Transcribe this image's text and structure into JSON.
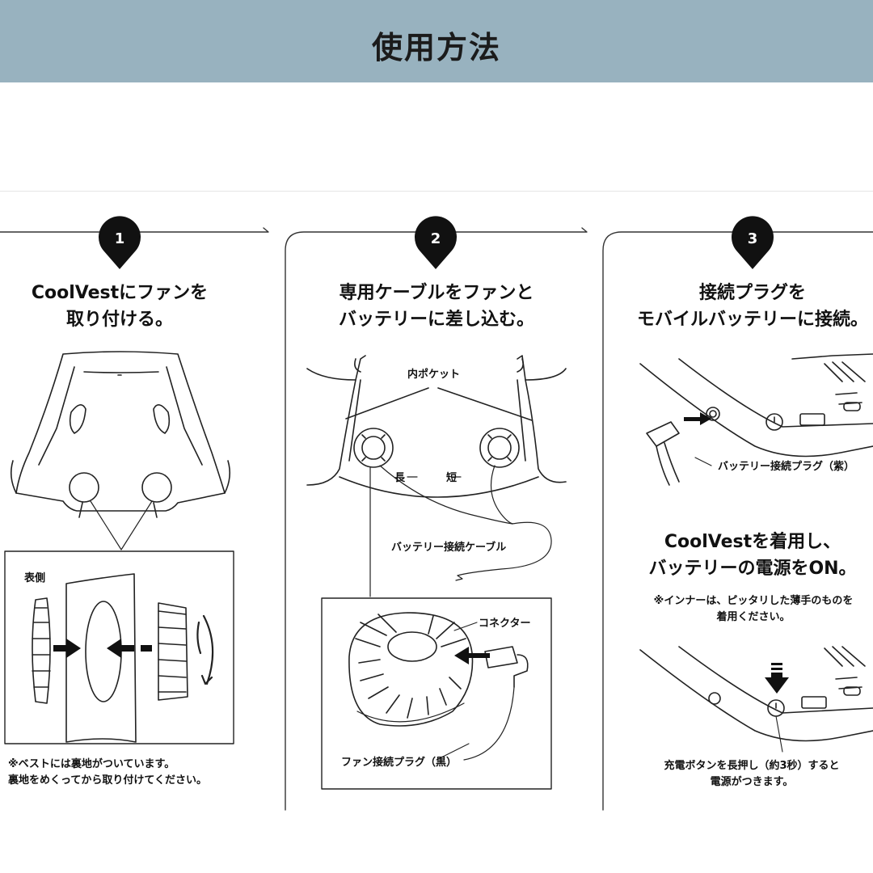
{
  "header": {
    "title": "使用方法"
  },
  "steps": [
    {
      "number": "1",
      "title_lines": [
        "CoolVestにファンを",
        "取り付ける。"
      ],
      "labels": {
        "front_side": "表側"
      },
      "notes": [
        "※ベストには裏地がついています。",
        "裏地をめくってから取り付けてください。"
      ]
    },
    {
      "number": "2",
      "title_lines": [
        "専用ケーブルをファンと",
        "バッテリーに差し込む。"
      ],
      "labels": {
        "inner_pocket": "内ポケット",
        "long": "長",
        "short": "短",
        "battery_cable": "バッテリー接続ケーブル",
        "connector": "コネクター",
        "fan_plug": "ファン接続プラグ（黒）"
      }
    },
    {
      "number": "3",
      "title_lines": [
        "接続プラグを",
        "モバイルバッテリーに接続。"
      ],
      "labels": {
        "battery_plug": "バッテリー接続プラグ（紫）"
      },
      "subtitle_lines": [
        "CoolVestを着用し、",
        "バッテリーの電源をON。"
      ],
      "inner_notes": [
        "※インナーは、ピッタリした薄手のものを",
        "着用ください。"
      ],
      "bottom_notes": [
        "充電ボタンを長押し（約3秒）すると",
        "電源がつきます。"
      ]
    }
  ],
  "colors": {
    "header_bg": "#98b2bf",
    "ink": "#111111",
    "badge": "#111111"
  }
}
